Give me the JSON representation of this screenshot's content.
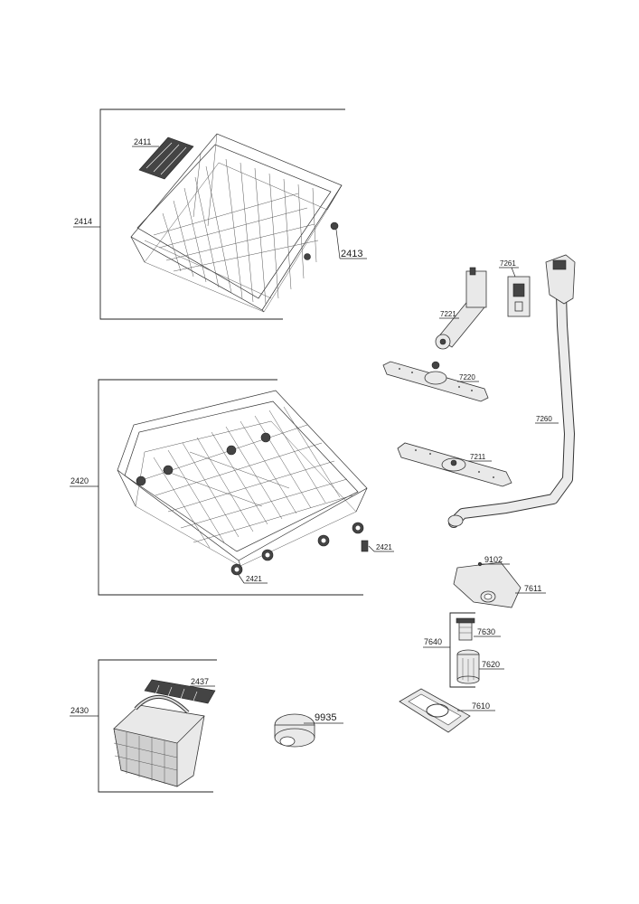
{
  "diagram": {
    "parts": {
      "upper_rack": "2414",
      "upper_rack_shelf": "2411",
      "upper_rack_adjuster": "2413",
      "lower_rack": "2420",
      "lower_rack_wheel_front": "2421",
      "lower_rack_wheel_side": "2421",
      "cutlery_basket_frame": "2430",
      "cutlery_basket_cover": "2437",
      "upper_spray_arm_feed": "7221",
      "feed_connector": "7261",
      "upper_spray_arm": "7220",
      "feed_pipe": "7260",
      "lower_spray_arm": "7211",
      "screw": "9102",
      "sump_cover": "7611",
      "filter_set": "7640",
      "micro_filter": "7630",
      "coarse_filter": "7620",
      "flat_filter": "7610",
      "salt_cap": "9935"
    }
  }
}
